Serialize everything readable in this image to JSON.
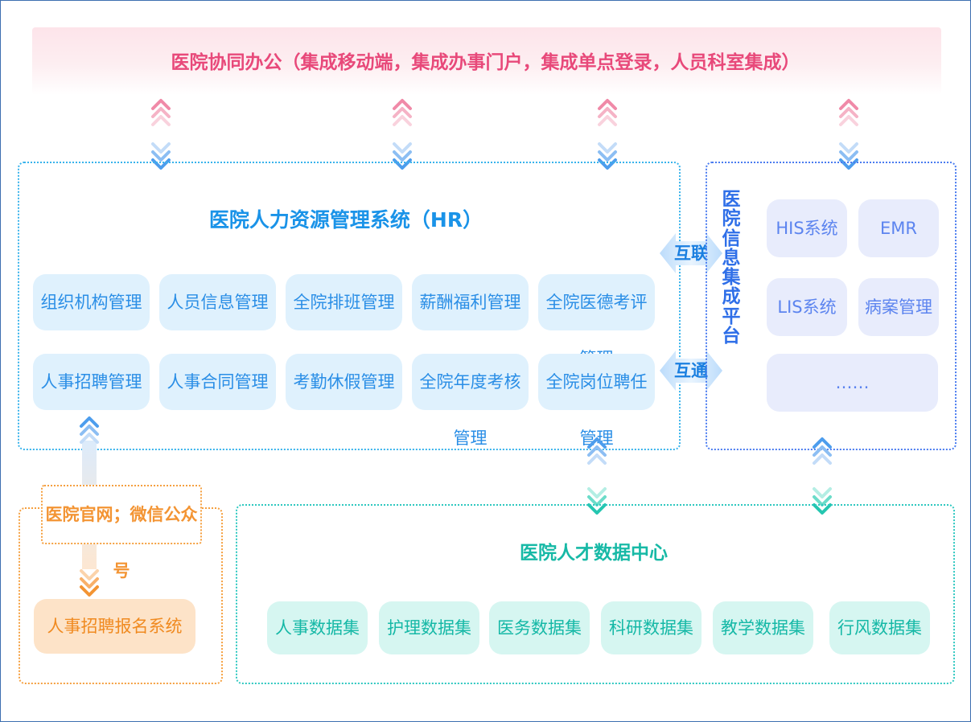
{
  "top": {
    "title": "医院协同办公（集成移动端，集成办事门户，集成单点登录，人员科室集成）"
  },
  "hr": {
    "title": "医院人力资源管理系统（HR）",
    "row1": [
      "组织机构管理",
      "人员信息管理",
      "全院排班管理",
      "薪酬福利管理",
      "全院医德考评管理"
    ],
    "row2": [
      "人事招聘管理",
      "人事合同管理",
      "考勤休假管理",
      "全院年度考核管理",
      "全院岗位聘任管理"
    ]
  },
  "links": {
    "top": "互联",
    "bottom": "互通"
  },
  "platform": {
    "title": "医院信息集成平台",
    "items": [
      "HIS系统",
      "EMR",
      "LIS系统",
      "病案管理",
      "……"
    ]
  },
  "web": {
    "label": "医院官网；微信公众号",
    "system": "人事招聘报名系统"
  },
  "datacenter": {
    "title": "医院人才数据中心",
    "items": [
      "人事数据集",
      "护理数据集",
      "医务数据集",
      "科研数据集",
      "教学数据集",
      "行风数据集"
    ]
  },
  "colors": {
    "pink": "#e8497a",
    "blue": "#1a93e8",
    "indigo": "#2f6fe8",
    "orange": "#f39433",
    "teal": "#17b9a6"
  }
}
